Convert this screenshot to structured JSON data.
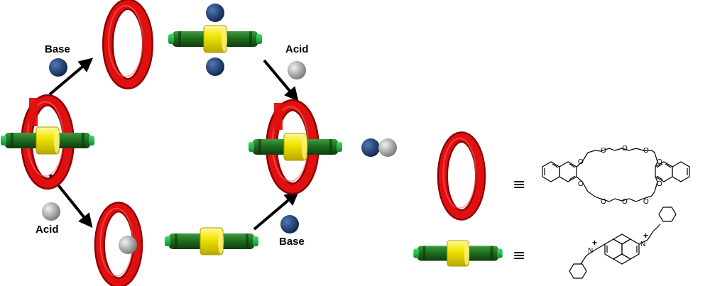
{
  "labels": {
    "base_top": "Base",
    "acid_top": "Acid",
    "acid_bottom": "Acid",
    "base_bottom": "Base"
  },
  "symbols": {
    "equiv": "≡",
    "oxygen": "O",
    "nitrogen": "N",
    "charge": "+"
  },
  "colors": {
    "ring": "#e01010",
    "rod": "#1d6b1d",
    "sleeve": "#f0e400",
    "base_ball": "#1b3a6b",
    "acid_ball": "#9e9e9e",
    "arrow": "#000000"
  },
  "icons": {
    "ring": "crown-ether-ring-icon",
    "guest": "guest-rod-icon",
    "base": "base-ball-icon",
    "acid": "acid-ball-icon"
  }
}
